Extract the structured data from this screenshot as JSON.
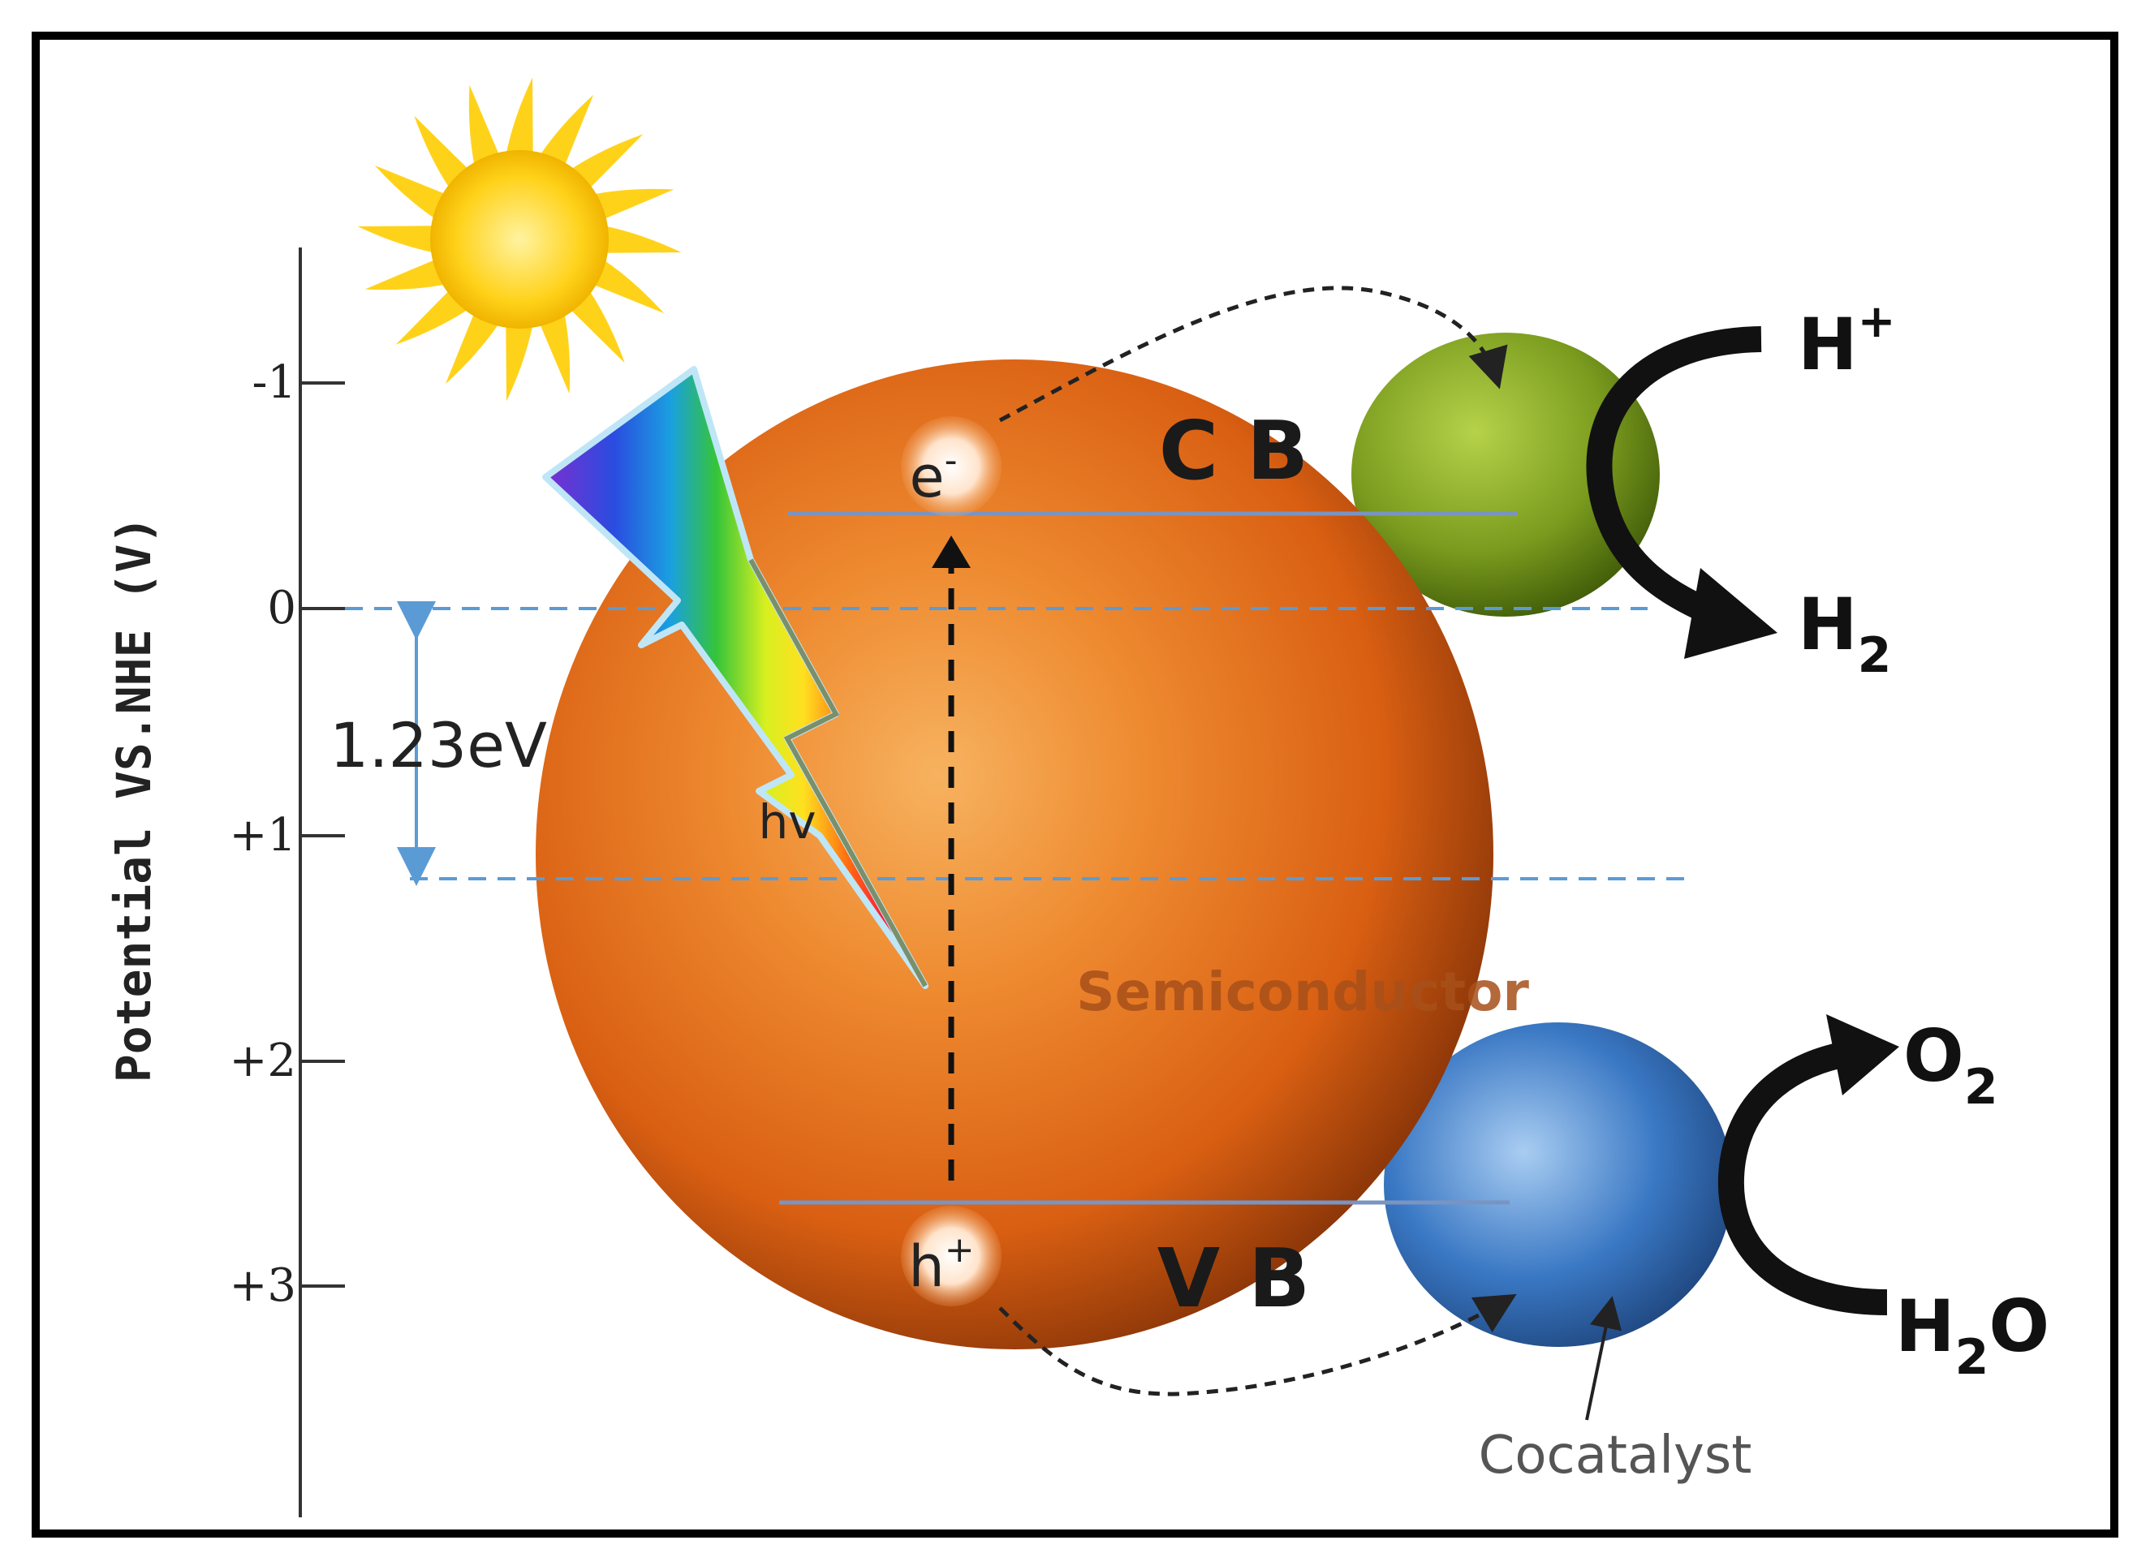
{
  "axis": {
    "label": "Potential VS.NHE (V)",
    "ticks": [
      "-1",
      "0",
      "+1",
      "+2",
      "+3"
    ]
  },
  "gap_label": "1.23eV",
  "photon_label": "hv",
  "electron_label": "e",
  "electron_sup": "-",
  "hole_label": "h",
  "hole_sup": "+",
  "cb_label": "C B",
  "vb_label": "V B",
  "semiconductor_label": "Semiconductor",
  "cocatalyst_label": "Cocatalyst",
  "reactions": {
    "h_plus": {
      "main": "H",
      "sup": "+"
    },
    "h2": {
      "main": "H",
      "sub": "2"
    },
    "o2": {
      "main": "O",
      "sub": "2"
    },
    "h2o": {
      "main": "H",
      "sub": "2",
      "tail": "O"
    }
  },
  "colors": {
    "semiconductor": "#e2661b",
    "cocatalyst_top": "#7a9b1e",
    "cocatalyst_bottom": "#3a78c4",
    "cocatalyst_left": "#e3d21a",
    "sun": "#ffd21a",
    "guide_line": "#5b9bd5"
  }
}
